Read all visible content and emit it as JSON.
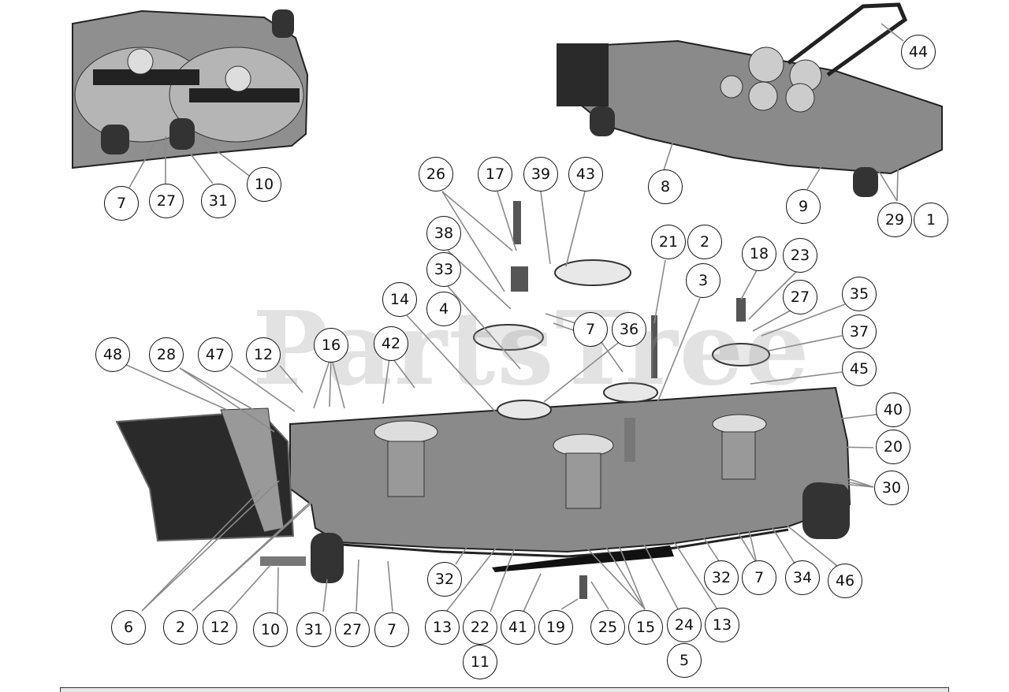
{
  "watermark": "PartsTree",
  "callouts": [
    "7",
    "27",
    "31",
    "10",
    "26",
    "17",
    "39",
    "43",
    "38",
    "33",
    "14",
    "4",
    "7",
    "36",
    "21",
    "2",
    "3",
    "18",
    "23",
    "27",
    "35",
    "37",
    "45",
    "48",
    "28",
    "47",
    "12",
    "16",
    "42",
    "40",
    "20",
    "30",
    "6",
    "2",
    "12",
    "10",
    "31",
    "27",
    "7",
    "32",
    "13",
    "22",
    "11",
    "41",
    "19",
    "25",
    "15",
    "24",
    "5",
    "13",
    "32",
    "7",
    "34",
    "46",
    "44",
    "8",
    "9",
    "29",
    "1"
  ],
  "colors": {
    "ink": "#111111",
    "deck": "#8a8a8a",
    "dark": "#2a2a2a",
    "belt": "#222222"
  }
}
